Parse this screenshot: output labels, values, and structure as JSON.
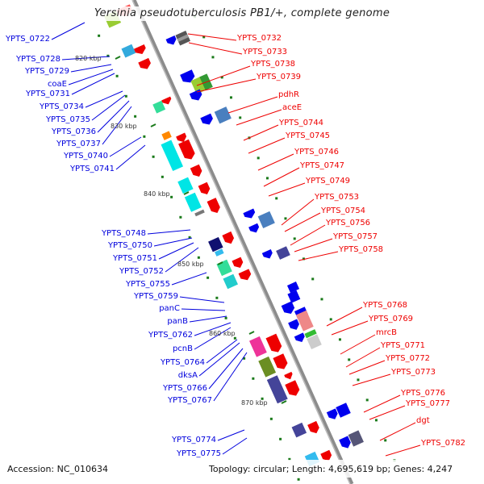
{
  "title": "Yersinia pseudotuberculosis PB1/+, complete genome",
  "footer": {
    "accession": "Accession: NC_010634",
    "topology": "Topology: circular; Length: 4,695,619 bp; Genes: 4,247"
  },
  "colors": {
    "backbone": "#8c8c8c",
    "left_label": "#0000dd",
    "right_label": "#ee0000",
    "tick": "#1a7a1a"
  },
  "kbp_ticks": [
    "820 kbp",
    "830 kbp",
    "840 kbp",
    "850 kbp",
    "860 kbp",
    "870 kbp"
  ],
  "left_labels": [
    "YPTS_0722",
    "YPTS_0728",
    "YPTS_0729",
    "coaE",
    "YPTS_0731",
    "YPTS_0734",
    "YPTS_0735",
    "YPTS_0736",
    "YPTS_0737",
    "YPTS_0740",
    "YPTS_0741",
    "YPTS_0748",
    "YPTS_0750",
    "YPTS_0751",
    "YPTS_0752",
    "YPTS_0755",
    "YPTS_0759",
    "panC",
    "panB",
    "YPTS_0762",
    "pcnB",
    "YPTS_0764",
    "dksA",
    "YPTS_0766",
    "YPTS_0767",
    "YPTS_0774",
    "YPTS_0775"
  ],
  "right_labels": [
    "YPTS_0732",
    "YPTS_0733",
    "YPTS_0738",
    "YPTS_0739",
    "pdhR",
    "aceE",
    "YPTS_0744",
    "YPTS_0745",
    "YPTS_0746",
    "YPTS_0747",
    "YPTS_0749",
    "YPTS_0753",
    "YPTS_0754",
    "YPTS_0756",
    "YPTS_0757",
    "YPTS_0758",
    "YPTS_0768",
    "YPTS_0769",
    "mrcB",
    "YPTS_0771",
    "YPTS_0772",
    "YPTS_0773",
    "YPTS_0776",
    "YPTS_0777",
    "dgt",
    "YPTS_0782"
  ]
}
